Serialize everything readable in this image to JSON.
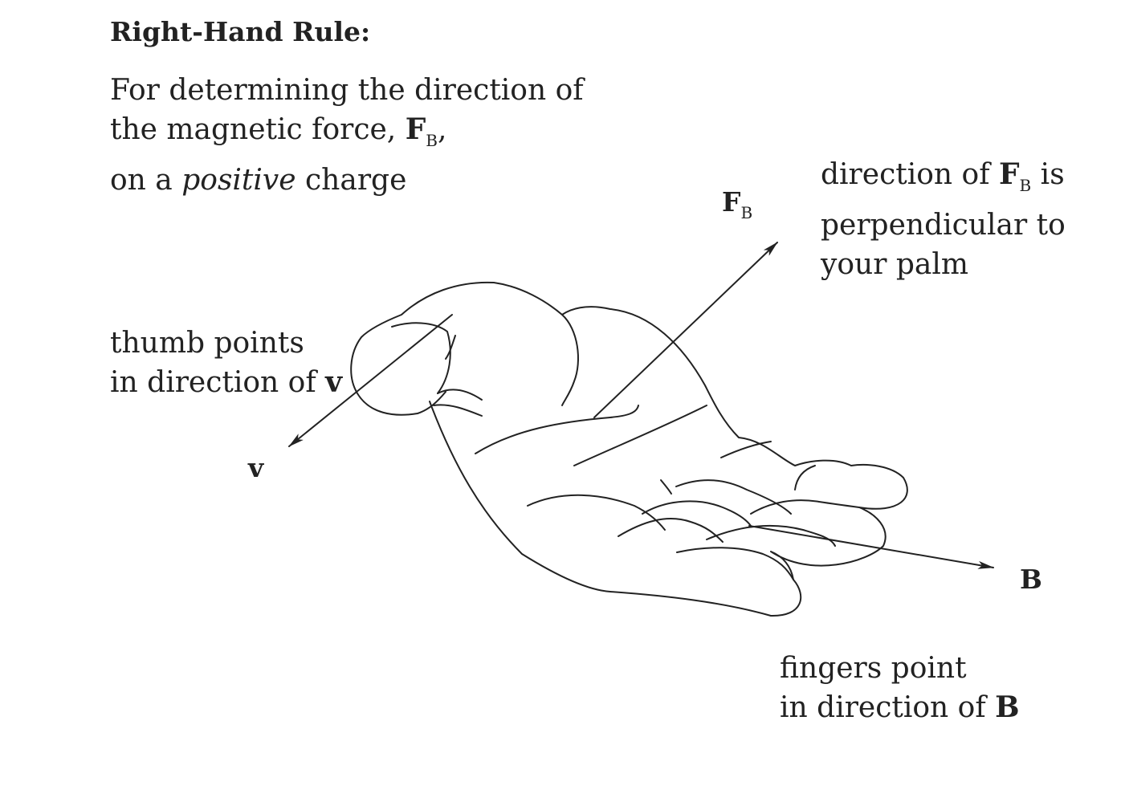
{
  "title": "Right-Hand Rule:",
  "intro": {
    "line1": "For determining the direction of",
    "line2_prefix": "the magnetic force, ",
    "line2_symbol": "F",
    "line2_sub": "B",
    "line2_suffix": ",",
    "line3_prefix": "on a ",
    "line3_italic": "positive",
    "line3_suffix": " charge"
  },
  "thumb_note": {
    "line1": "thumb points",
    "line2_prefix": "in direction of ",
    "line2_symbol": "v"
  },
  "force_note": {
    "line1_prefix": "direction of ",
    "line1_symbol": "F",
    "line1_sub": "B",
    "line1_suffix": " is",
    "line2": "perpendicular to",
    "line3": "your palm"
  },
  "fingers_note": {
    "line1": "fingers point",
    "line2_prefix": "in direction of ",
    "line2_symbol": "B"
  },
  "vector_labels": {
    "v": "v",
    "force_symbol": "F",
    "force_sub": "B",
    "b": "B"
  }
}
